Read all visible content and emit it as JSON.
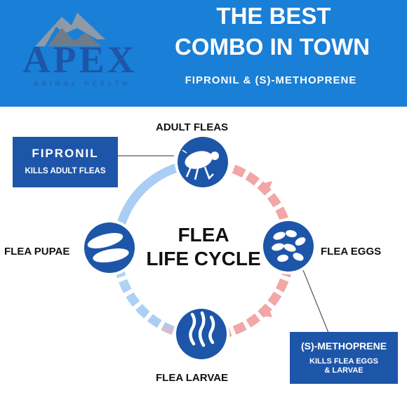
{
  "header": {
    "brand": "APEX",
    "brand_tagline": "ANIMAL HEALTH",
    "title_line1": "THE BEST",
    "title_line2": "COMBO IN TOWN",
    "subtitle": "FIPRONIL & (S)-METHOPRENE"
  },
  "diagram": {
    "center_title_line1": "FLEA",
    "center_title_line2": "LIFE CYCLE",
    "stages": [
      {
        "label": "ADULT FLEAS",
        "icon": "flea-icon"
      },
      {
        "label": "FLEA EGGS",
        "icon": "eggs-icon"
      },
      {
        "label": "FLEA LARVAE",
        "icon": "larvae-icon"
      },
      {
        "label": "FLEA PUPAE",
        "icon": "pupae-icon"
      }
    ],
    "callouts": [
      {
        "heading": "FIPRONIL",
        "detail": "KILLS ADULT FLEAS"
      },
      {
        "heading": "(S)-METHOPRENE",
        "detail_line1": "KILLS FLEA EGGS",
        "detail_line2": "& LARVAE"
      }
    ]
  },
  "colors": {
    "header_bg": "#1a7fd6",
    "badge_blue": "#1d56a8",
    "ring_pink": "#f2a6a6",
    "ring_blue": "#a9cdf3"
  }
}
